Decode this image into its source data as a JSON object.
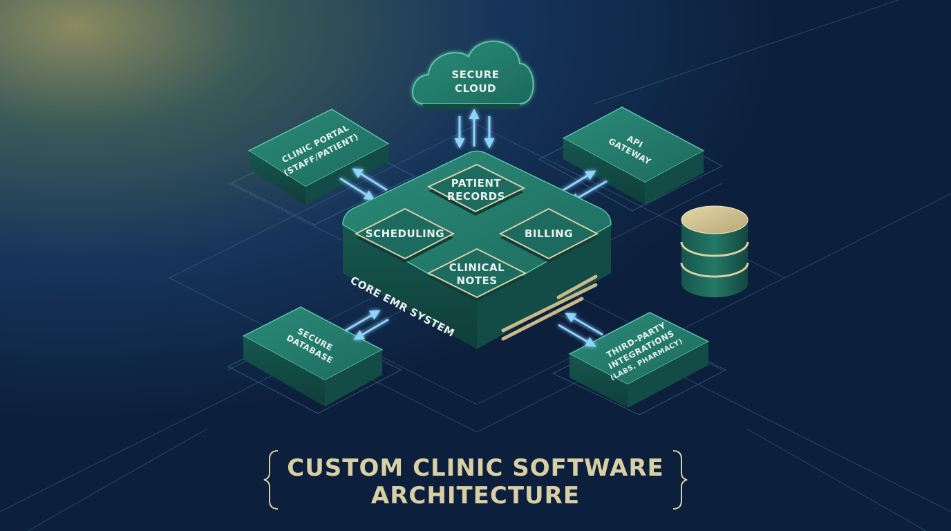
{
  "diagram": {
    "cloud": {
      "line1": "SECURE",
      "line2": "CLOUD"
    },
    "portal": {
      "line1": "CLINIC PORTAL",
      "line2": "(STAFF/PATIENT)"
    },
    "api": {
      "line1": "API",
      "line2": "GATEWAY"
    },
    "core": {
      "label": "CORE EMR SYSTEM",
      "modules": {
        "patient_records": {
          "line1": "PATIENT",
          "line2": "RECORDS"
        },
        "scheduling": "SCHEDULING",
        "billing": "BILLING",
        "clinical_notes": {
          "line1": "CLINICAL",
          "line2": "NOTES"
        }
      }
    },
    "database": {
      "line1": "SECURE",
      "line2": "DATABASE"
    },
    "third_party": {
      "line1": "THIRD-PARTY",
      "line2": "INTEGRATIONS",
      "line3": "(LABS, PHARMACY)"
    }
  },
  "title": {
    "line1": "CUSTOM CLINIC SOFTWARE",
    "line2": "ARCHITECTURE"
  },
  "colors": {
    "background_dark": "#0e2440",
    "node_teal": "#1f7a6a",
    "node_teal_dark": "#124a44",
    "accent_gold": "#d9cfa4",
    "arrow_blue": "#6fc3ff"
  }
}
